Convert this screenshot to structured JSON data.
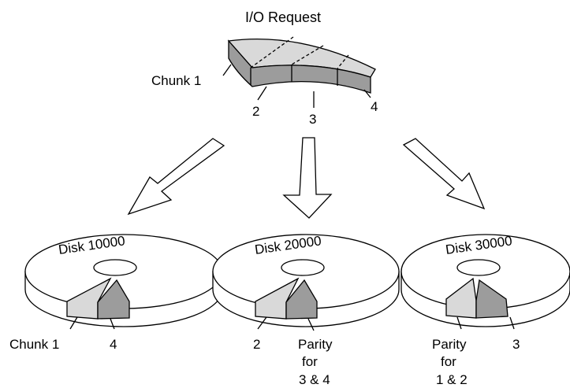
{
  "title": "I/O Request",
  "request_labels": {
    "chunk1": "Chunk 1",
    "chunk2": "2",
    "chunk3": "3",
    "chunk4": "4"
  },
  "disks": [
    {
      "name": "Disk 10000",
      "labels": [
        "Chunk 1",
        "4"
      ]
    },
    {
      "name": "Disk 20000",
      "labels": [
        "2",
        "Parity",
        "for",
        "3 & 4"
      ]
    },
    {
      "name": "Disk 30000",
      "labels": [
        "Parity",
        "for",
        "1 & 2",
        "3"
      ]
    }
  ],
  "colors": {
    "chunk_light": "#d9d9d9",
    "chunk_dark": "#9c9c9c",
    "outline": "#000000",
    "background": "#ffffff"
  }
}
